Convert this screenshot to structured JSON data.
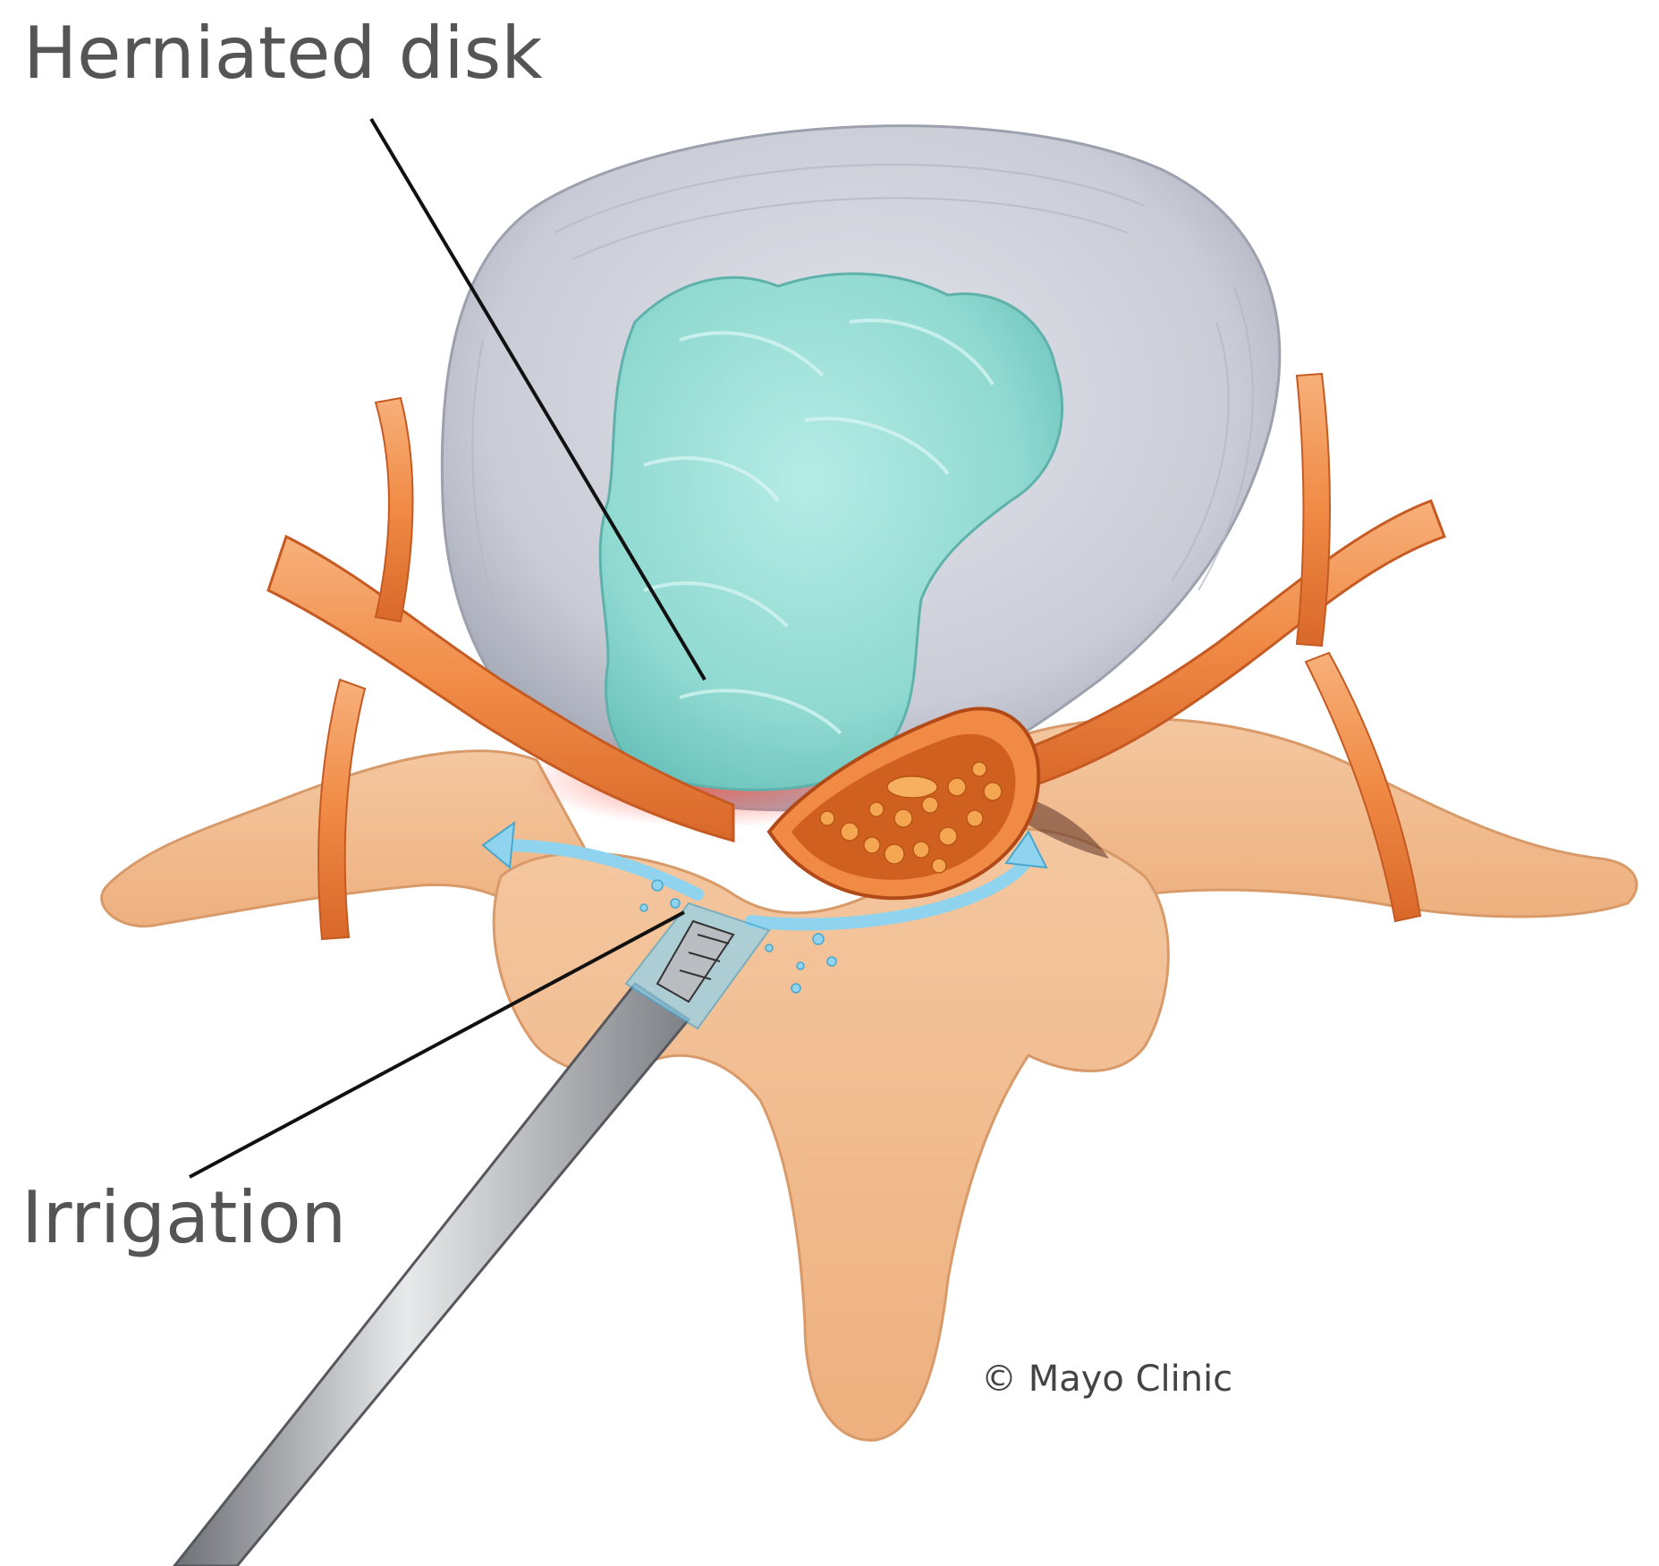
{
  "labels": {
    "herniated_disk": "Herniated disk",
    "irrigation": "Irrigation",
    "credit": "© Mayo Clinic"
  },
  "colors": {
    "disk_annulus": "#c9ccd6",
    "nucleus": "#8fd9d1",
    "bone": "#f2b98a",
    "nerve": "#f08a45",
    "cord_interior": "#d06020",
    "irrigation": "#8fd3ee",
    "instrument": "#9a9da2",
    "leader_line": "#111111",
    "label_text": "#555555"
  }
}
